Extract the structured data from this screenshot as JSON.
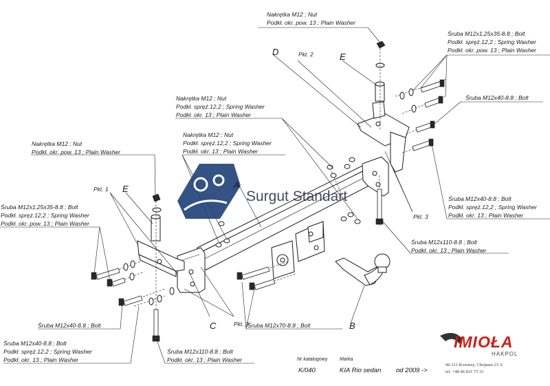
{
  "labels": {
    "nut_top_1": "Nakrętka  M12 ; Nut",
    "nut_top_2": "Podkł. okr. pow. 13 ; Plain Washer",
    "bolt_tr_1": "Śruba M12x1,25x35-8.8 ;  Bolt",
    "bolt_tr_2": "Podkł. spręż.12,2 ; Spring Washer",
    "bolt_tr_3": "Podkł. okr. pow. 13 ; Plain Washer",
    "bolt_r40": "Śruba M12x40-8.8 ;  Bolt",
    "nut_mid_1": "Nakrętka  M12 ; Nut",
    "nut_mid_2": "Podkł. spręż.12,2 ; Spring Washer",
    "nut_mid_3": "Podkł. okr. 13 ; Plain Washer",
    "nut_mid2_1": "Nakrętka  M12 ; Nut",
    "nut_mid2_2": "Podkł. spręż.12,2 ; Spring Washer",
    "nut_mid2_3": "Podkł. okr. 13 ; Plain Washer",
    "nut_left_1": "Nakrętka  M12 ; Nut",
    "nut_left_2": "Podkł. okr. pow. 13 ; Plain Washer",
    "bolt_left_1": "Śruba M12x1,25x35-8.8 ;  Bolt",
    "bolt_left_2": "Podkł. spręż.12,2 ; Spring Washer",
    "bolt_left_3": "Podkł. okr. pow. 13 ; Plain Washer",
    "bolt_r40b_1": "Śruba M12x40-8.8 ;  Bolt",
    "bolt_r40b_2": "Podkł. spręż.12,2 ; Spring Washer",
    "bolt_r40b_3": "Podkł. okr. 13 ; Plain Washer",
    "bolt_110r_1": "Śruba M12x110-8.8 ;  Bolt",
    "bolt_110r_2": "Podkł. okr. 13 ; Plain Washer",
    "bolt_l40": "Śruba M12x40-8.8 ;  Bolt",
    "bolt_l40b_1": "Śruba M12x40-8.8 ;  Bolt",
    "bolt_l40b_2": "Podkł. spręż.12,2 ; Spring Washer",
    "bolt_l40b_3": "Podkł. okr. 13 ; Plain Washer",
    "bolt_110l_1": "Śruba M12x110-8.8 ;  Bolt",
    "bolt_110l_2": "Podkł. okr. 13 ; Plain Washer",
    "bolt_70": "Śruba M12x70-8.8 ;  Bolt"
  },
  "points": {
    "pkt1": "Pkt. 1",
    "pkt2": "Pkt. 2",
    "pkt3_left": "Pkt. 3",
    "pkt3_right": "Pkt. 3"
  },
  "letters": {
    "a": "A",
    "b": "B",
    "c": "C",
    "d": "D",
    "e_left": "E",
    "e_right": "E"
  },
  "watermark": {
    "text": "Surgut Standart"
  },
  "footer": {
    "catalog_title": "Nr katalogowy",
    "catalog_value": "K/040",
    "make_title": "Marka",
    "make_value": "KIA Rio sedan",
    "date_value": "od  2009 ->"
  },
  "brand": {
    "name": "IMIOŁA",
    "sub": "HAKPOL",
    "address": "96-111 Kowiesy, Chojnata 23 A",
    "phone": "tel. +48 46 831 73 31",
    "color": "#cc1f1a"
  }
}
